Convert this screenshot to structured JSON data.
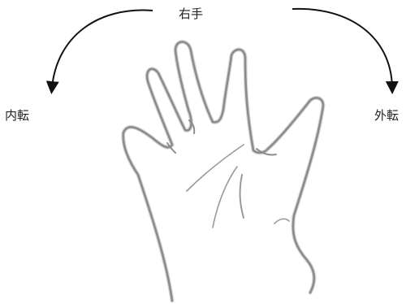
{
  "diagram": {
    "title": "右手",
    "left_label": "内転",
    "right_label": "外転"
  },
  "colors": {
    "arrow": "#111111",
    "hand_outline": "#8c8c8c",
    "palm_lines": "#9a9a9a",
    "text": "#222222"
  },
  "icons": {
    "left_arrow": "curved-arrow-down-left",
    "right_arrow": "curved-arrow-down-right",
    "hand": "right-hand-sketch"
  }
}
